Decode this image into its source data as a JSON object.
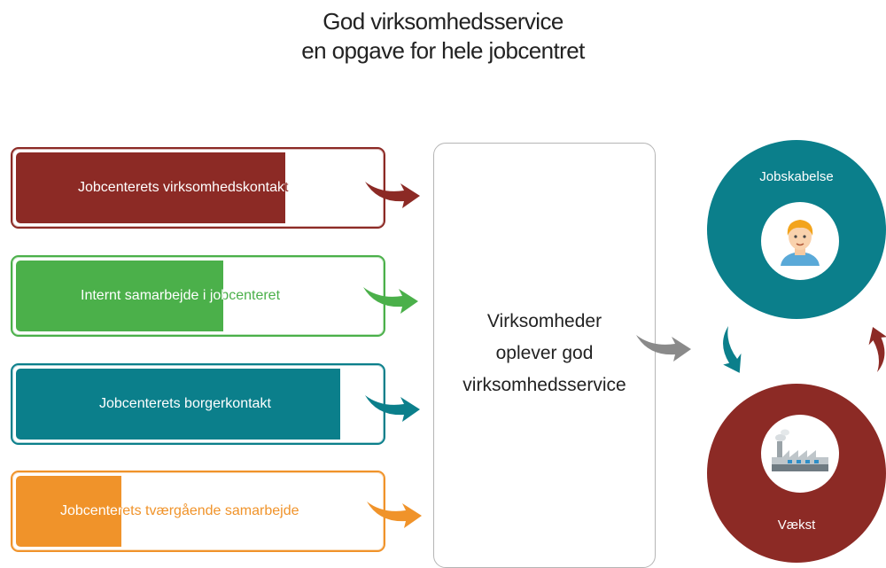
{
  "title": {
    "line1": "God virksomhedsservice",
    "line2": "en opgave for hele jobcentret"
  },
  "bars": [
    {
      "label": "Jobcenterets virksomhedskontakt",
      "color": "#8c2a25",
      "fill_fraction": 0.74
    },
    {
      "label": "Internt samarbejde i jobcenteret",
      "color": "#4bb04a",
      "fill_fraction": 0.57
    },
    {
      "label": "Jobcenterets borgerkontakt",
      "color": "#0b7f8b",
      "fill_fraction": 0.89
    },
    {
      "label": "Jobcenterets tværgående samarbejde",
      "color": "#f0932a",
      "fill_fraction": 0.29
    }
  ],
  "center": {
    "line1": "Virksomheder",
    "line2": "oplever god",
    "line3": "virksomhedsservice"
  },
  "circles": {
    "top": {
      "label": "Jobskabelse",
      "color": "#0b7f8b",
      "icon": "person-icon"
    },
    "bottom": {
      "label": "Vækst",
      "color": "#8c2a25",
      "icon": "factory-icon"
    }
  },
  "arrow_colors": {
    "center": "#8a8a8a"
  }
}
